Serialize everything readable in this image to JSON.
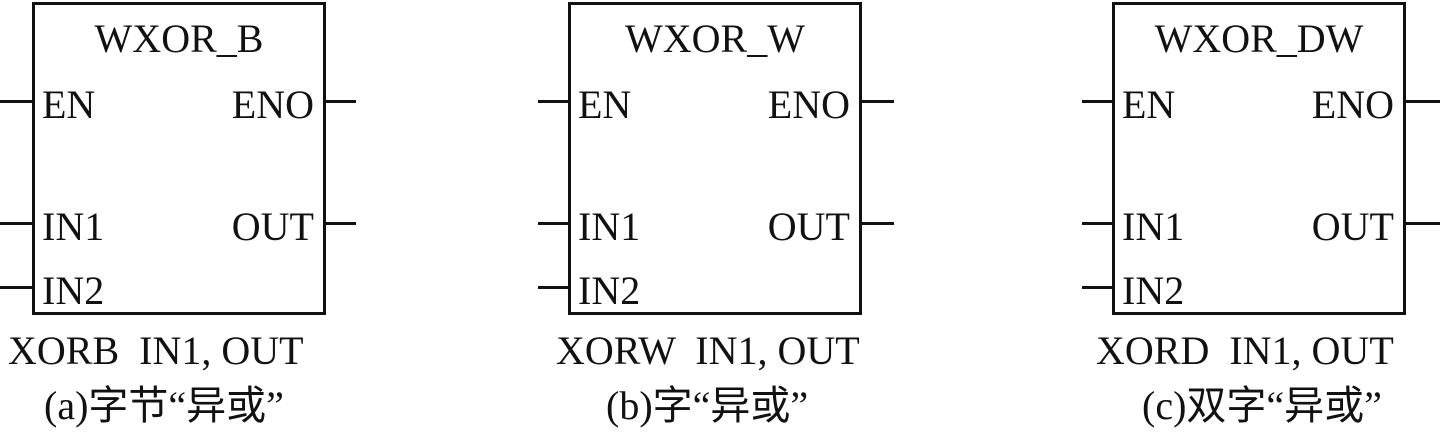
{
  "blocks": [
    {
      "title": "WXOR_B",
      "en": "EN",
      "eno": "ENO",
      "in1": "IN1",
      "in2": "IN2",
      "out": "OUT",
      "mnemonic": "XORB  IN1, OUT",
      "caption": "(a)字节“异或”"
    },
    {
      "title": "WXOR_W",
      "en": "EN",
      "eno": "ENO",
      "in1": "IN1",
      "in2": "IN2",
      "out": "OUT",
      "mnemonic": "XORW  IN1, OUT",
      "caption": "(b)字“异或”"
    },
    {
      "title": "WXOR_DW",
      "en": "EN",
      "eno": "ENO",
      "in1": "IN1",
      "in2": "IN2",
      "out": "OUT",
      "mnemonic": "XORD  IN1, OUT",
      "caption": "(c)双字“异或”"
    }
  ]
}
